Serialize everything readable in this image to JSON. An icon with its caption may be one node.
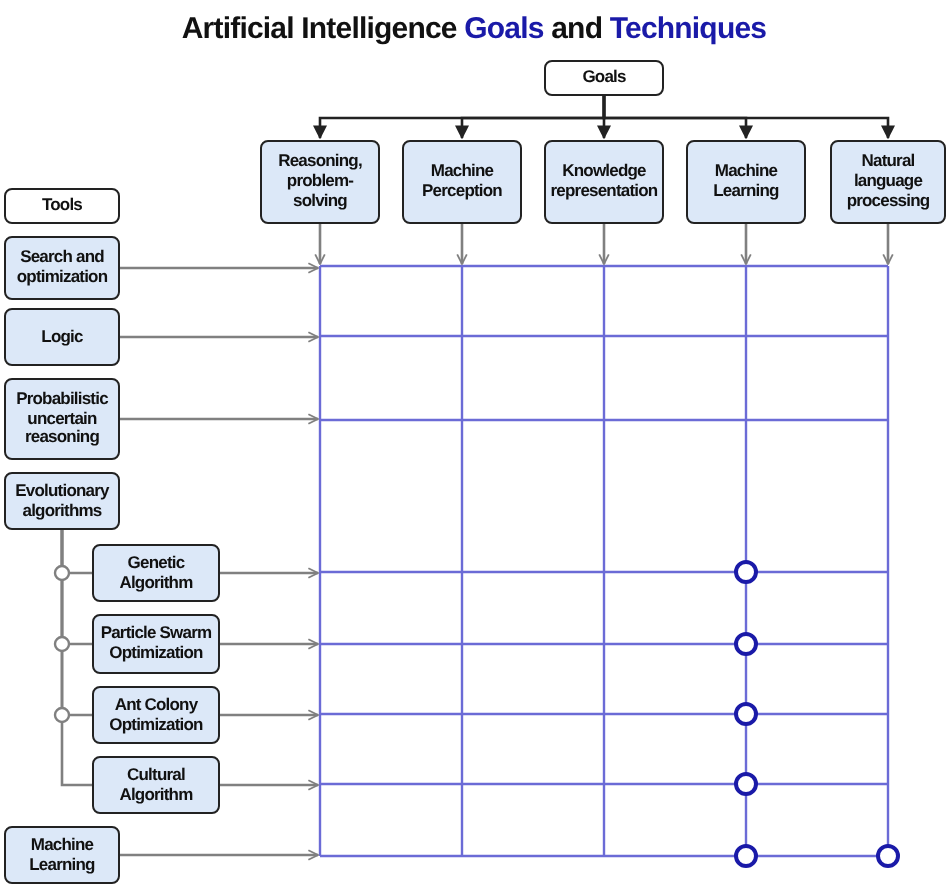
{
  "diagram": {
    "title": "Artificial Intelligence *Goals* and *Techniques*",
    "nodes": [
      {
        "text": [
          "Goals"
        ]
      },
      {
        "text": [
          "Reasoning, problem-solving"
        ]
      },
      {
        "text": [
          "Machine Perception"
        ]
      },
      {
        "text": [
          "Knowledge representation"
        ]
      },
      {
        "text": [
          "Machine Learning"
        ]
      },
      {
        "text": [
          "Natural language processing"
        ]
      },
      {
        "text": [
          "Tools"
        ]
      },
      {
        "text": [
          "Search and optimization"
        ]
      },
      {
        "text": [
          "Logic"
        ]
      },
      {
        "text": [
          "Probabilistic uncertain reasoning"
        ]
      },
      {
        "text": [
          "Evolutionary algorithms"
        ]
      },
      {
        "text": [
          "Genetic Algorithm"
        ]
      },
      {
        "text": [
          "Particle Swarm Optimization"
        ]
      },
      {
        "text": [
          "Ant Colony Optimization"
        ]
      },
      {
        "text": [
          "Cultural Algorithm"
        ]
      },
      {
        "text": [
          "Machine Learning"
        ]
      },
      {
        "text": [],
        "shape": "grid"
      },
      {
        "text": [],
        "shape": "circle",
        "in": 16
      },
      {
        "text": [],
        "shape": "circle",
        "in": 16
      },
      {
        "text": [],
        "shape": "circle",
        "in": 16
      },
      {
        "text": [],
        "shape": "circle",
        "in": 16
      },
      {
        "text": [],
        "shape": "circle",
        "in": 16
      },
      {
        "text": [],
        "shape": "circle",
        "in": 16
      }
    ],
    "edges": [
      {
        "from": 0,
        "to": 1,
        "arrow": "to",
        "color": "#222222"
      },
      {
        "from": 0,
        "to": 2,
        "arrow": "to",
        "color": "#222222"
      },
      {
        "from": 0,
        "to": 3,
        "arrow": "to",
        "color": "#222222"
      },
      {
        "from": 0,
        "to": 4,
        "arrow": "to",
        "color": "#222222"
      },
      {
        "from": 0,
        "to": 5,
        "arrow": "to",
        "color": "#222222"
      },
      {
        "from": 1,
        "to": 16,
        "arrow": "to"
      },
      {
        "from": 2,
        "to": 16,
        "arrow": "to"
      },
      {
        "from": 3,
        "to": 16,
        "arrow": "to"
      },
      {
        "from": 4,
        "to": 16,
        "arrow": "to"
      },
      {
        "from": 5,
        "to": 16,
        "arrow": "to"
      },
      {
        "from": 10,
        "to": 11,
        "arrow": "none"
      },
      {
        "from": 10,
        "to": 12,
        "arrow": "none"
      },
      {
        "from": 10,
        "to": 13,
        "arrow": "none"
      },
      {
        "from": 10,
        "to": 14,
        "arrow": "none"
      },
      {
        "from": 7,
        "to": 16,
        "arrow": "to"
      },
      {
        "from": 8,
        "to": 16,
        "arrow": "to"
      },
      {
        "from": 9,
        "to": 16,
        "arrow": "to"
      },
      {
        "from": 11,
        "to": 16,
        "arrow": "to"
      },
      {
        "from": 12,
        "to": 16,
        "arrow": "to"
      },
      {
        "from": 13,
        "to": 16,
        "arrow": "to"
      },
      {
        "from": 14,
        "to": 16,
        "arrow": "to"
      },
      {
        "from": 15,
        "to": 16,
        "arrow": "to"
      }
    ]
  }
}
